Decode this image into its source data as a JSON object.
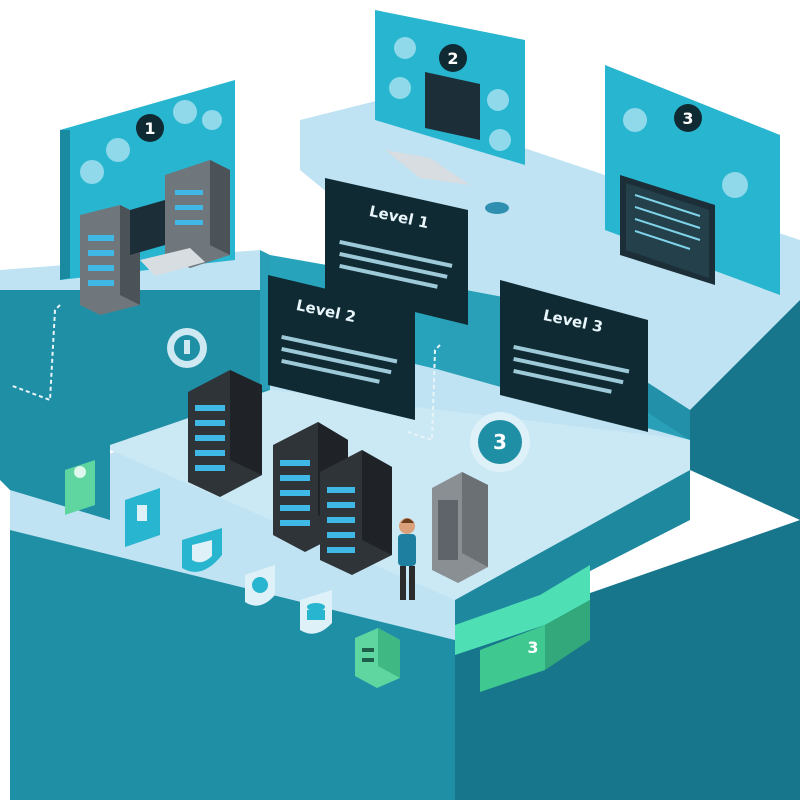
{
  "levels": {
    "level1": {
      "label": "Level 1"
    },
    "level2": {
      "label": "Level 2"
    },
    "level3": {
      "label": "Level 3"
    }
  },
  "badges": {
    "one": "1",
    "two": "2",
    "three": "3",
    "step_three": "3",
    "green_step": "3"
  },
  "colors": {
    "background": "#ffffff",
    "top_face": "#bfe3f3",
    "front_face": "#1f8fa6",
    "side_face": "#17768c",
    "panel": "#27b5cf",
    "label_box": "#0f2a33",
    "server": "#3a3f44",
    "server_led": "#3fb8e6",
    "accent_green": "#5fd6a0"
  },
  "icons": [
    "cloud-icon",
    "lock-icon",
    "shield-icon",
    "database-icon",
    "gear-icon",
    "monitor-icon",
    "keyboard-icon",
    "mouse-icon",
    "server-rack-icon",
    "person-icon"
  ]
}
